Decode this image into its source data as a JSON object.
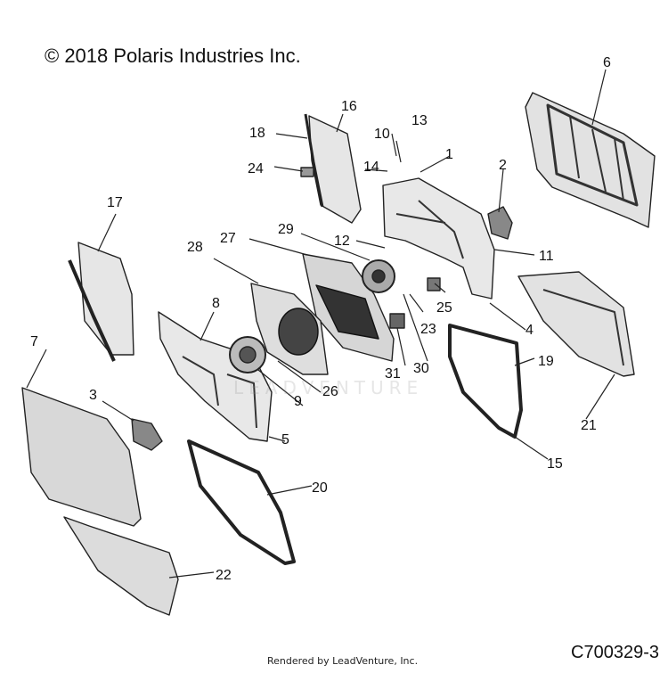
{
  "header": {
    "copyright": "© 2018 Polaris Industries Inc."
  },
  "footer": {
    "rendered_by": "Rendered by LeadVenture, Inc.",
    "diagram_id": "C700329-3"
  },
  "watermark": "LEADVENTURE",
  "callouts": [
    "1",
    "2",
    "3",
    "4",
    "5",
    "6",
    "7",
    "8",
    "9",
    "10",
    "11",
    "12",
    "13",
    "14",
    "15",
    "16",
    "17",
    "18",
    "19",
    "20",
    "21",
    "22",
    "23",
    "24",
    "25",
    "26",
    "27",
    "28",
    "29",
    "30",
    "31"
  ],
  "colors": {
    "line": "#222222",
    "panel": "#d9d9d9",
    "panel_light": "#ebebeb",
    "dark": "#3a3a3a"
  }
}
